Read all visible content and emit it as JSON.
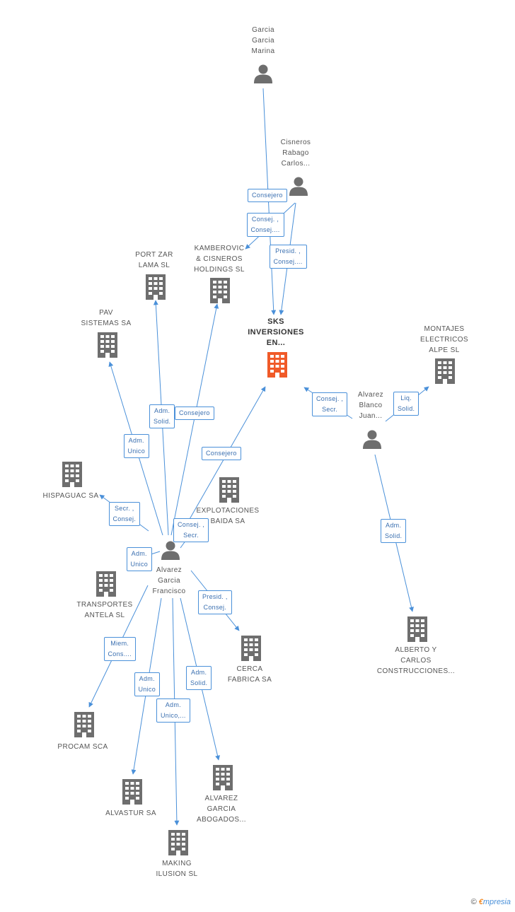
{
  "colors": {
    "edge": "#4a90d9",
    "person": "#6e6e6e",
    "company": "#6e6e6e",
    "main_company": "#f05a28"
  },
  "nodes": [
    {
      "id": "garcia_marina",
      "type": "person",
      "label": "Garcia\nGarcia\nMarina"
    },
    {
      "id": "cisneros",
      "type": "person",
      "label": "Cisneros\nRabago\nCarlos..."
    },
    {
      "id": "sks",
      "type": "main",
      "label": "SKS\nINVERSIONES\nEN..."
    },
    {
      "id": "kamberovic",
      "type": "company",
      "label": "KAMBEROVIC\n& CISNEROS\nHOLDINGS SL"
    },
    {
      "id": "portzar",
      "type": "company",
      "label": "PORT ZAR\nLAMA SL"
    },
    {
      "id": "pav",
      "type": "company",
      "label": "PAV\nSISTEMAS SA"
    },
    {
      "id": "montajes",
      "type": "company",
      "label": "MONTAJES\nELECTRICOS\nALPE SL"
    },
    {
      "id": "alvarez_blanco",
      "type": "person",
      "label": "Alvarez\nBlanco\nJuan..."
    },
    {
      "id": "hispaguac",
      "type": "company",
      "label": "HISPAGUAC SA"
    },
    {
      "id": "explotaciones",
      "type": "company",
      "label": "EXPLOTACIONES\nBAIDA SA"
    },
    {
      "id": "alvarez_garcia",
      "type": "person",
      "label": "Alvarez\nGarcia\nFrancisco"
    },
    {
      "id": "transportes",
      "type": "company",
      "label": "TRANSPORTES\nANTELA SL"
    },
    {
      "id": "cerca",
      "type": "company",
      "label": "CERCA\nFABRICA SA"
    },
    {
      "id": "alberto",
      "type": "company",
      "label": "ALBERTO Y\nCARLOS\nCONSTRUCCIONES..."
    },
    {
      "id": "procam",
      "type": "company",
      "label": "PROCAM SCA"
    },
    {
      "id": "alvastur",
      "type": "company",
      "label": "ALVASTUR SA"
    },
    {
      "id": "alvarez_abogados",
      "type": "company",
      "label": "ALVAREZ\nGARCIA\nABOGADOS..."
    },
    {
      "id": "making",
      "type": "company",
      "label": "MAKING\nILUSION SL"
    }
  ],
  "edges": [
    {
      "from": "garcia_marina",
      "to": "sks",
      "label": "Consejero"
    },
    {
      "from": "cisneros",
      "to": "kamberovic",
      "label": "Consej. ,\nConsej...."
    },
    {
      "from": "cisneros",
      "to": "sks",
      "label": "Presid. ,\nConsej...."
    },
    {
      "from": "alvarez_blanco",
      "to": "sks",
      "label": "Consej. ,\nSecr."
    },
    {
      "from": "alvarez_blanco",
      "to": "montajes",
      "label": "Liq.\nSolid."
    },
    {
      "from": "alvarez_blanco",
      "to": "alberto",
      "label": "Adm.\nSolid."
    },
    {
      "from": "alvarez_garcia",
      "to": "portzar",
      "label": "Adm.\nSolid."
    },
    {
      "from": "alvarez_garcia",
      "to": "kamberovic",
      "label": "Consejero"
    },
    {
      "from": "alvarez_garcia",
      "to": "pav",
      "label": "Adm.\nUnico"
    },
    {
      "from": "alvarez_garcia",
      "to": "sks",
      "label": "Consejero"
    },
    {
      "from": "alvarez_garcia",
      "to": "hispaguac",
      "label": "Secr. ,\nConsej."
    },
    {
      "from": "alvarez_garcia",
      "to": "explotaciones",
      "label": "Consej. ,\nSecr."
    },
    {
      "from": "alvarez_garcia",
      "to": "transportes",
      "label": "Adm.\nUnico"
    },
    {
      "from": "alvarez_garcia",
      "to": "cerca",
      "label": "Presid. ,\nConsej."
    },
    {
      "from": "alvarez_garcia",
      "to": "procam",
      "label": "Miem.\nCons...."
    },
    {
      "from": "alvarez_garcia",
      "to": "alvastur",
      "label": "Adm.\nUnico"
    },
    {
      "from": "alvarez_garcia",
      "to": "making",
      "label": "Adm.\nUnico,..."
    },
    {
      "from": "alvarez_garcia",
      "to": "alvarez_abogados",
      "label": "Adm.\nSolid."
    }
  ],
  "brand": {
    "copyright": "©",
    "e": "€",
    "name": "mpresia"
  }
}
